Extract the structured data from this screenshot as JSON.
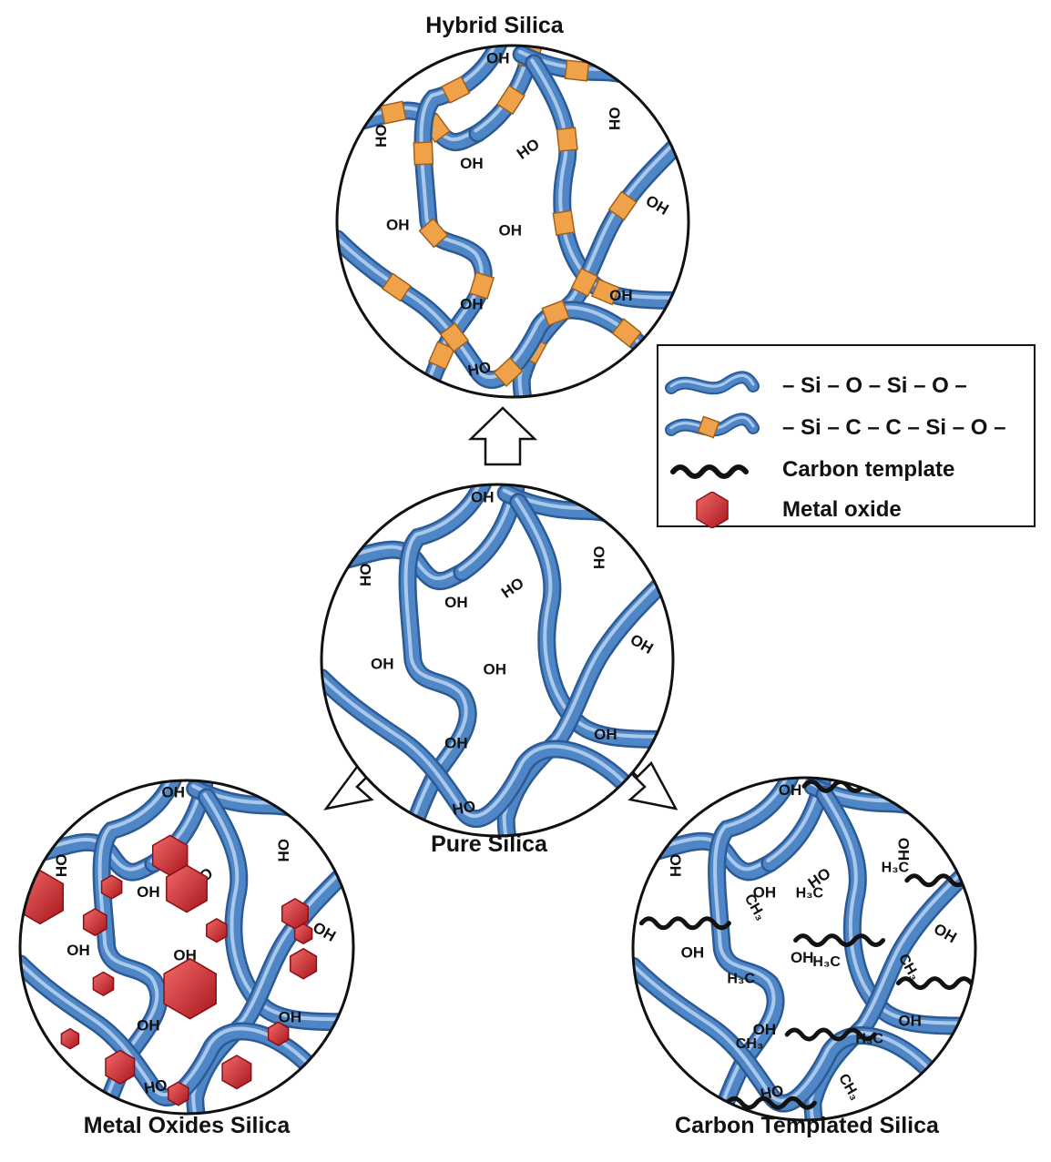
{
  "titles": {
    "hybrid": "Hybrid Silica",
    "pure": "Pure Silica",
    "metal": "Metal Oxides Silica",
    "carbon": "Carbon Templated Silica"
  },
  "legend": {
    "items": [
      {
        "symbol": "silica-chain",
        "label": "– Si – O – Si – O –"
      },
      {
        "symbol": "hybrid-chain",
        "label": "– Si – C – C – Si – O –"
      },
      {
        "symbol": "carbon-template",
        "label": "Carbon template"
      },
      {
        "symbol": "metal-oxide",
        "label": "Metal oxide"
      }
    ]
  },
  "labels": {
    "oh": "OH",
    "ho": "HO",
    "h3c": "H₃C",
    "ch3": "CH₃"
  },
  "colors": {
    "chain": "#4f86c6",
    "chain_highlight": "#a9c8ec",
    "chain_dark": "#2c5a94",
    "hybrid_segment": "#f0a24a",
    "metal_oxide": "#d9363b",
    "template": "#111111"
  }
}
